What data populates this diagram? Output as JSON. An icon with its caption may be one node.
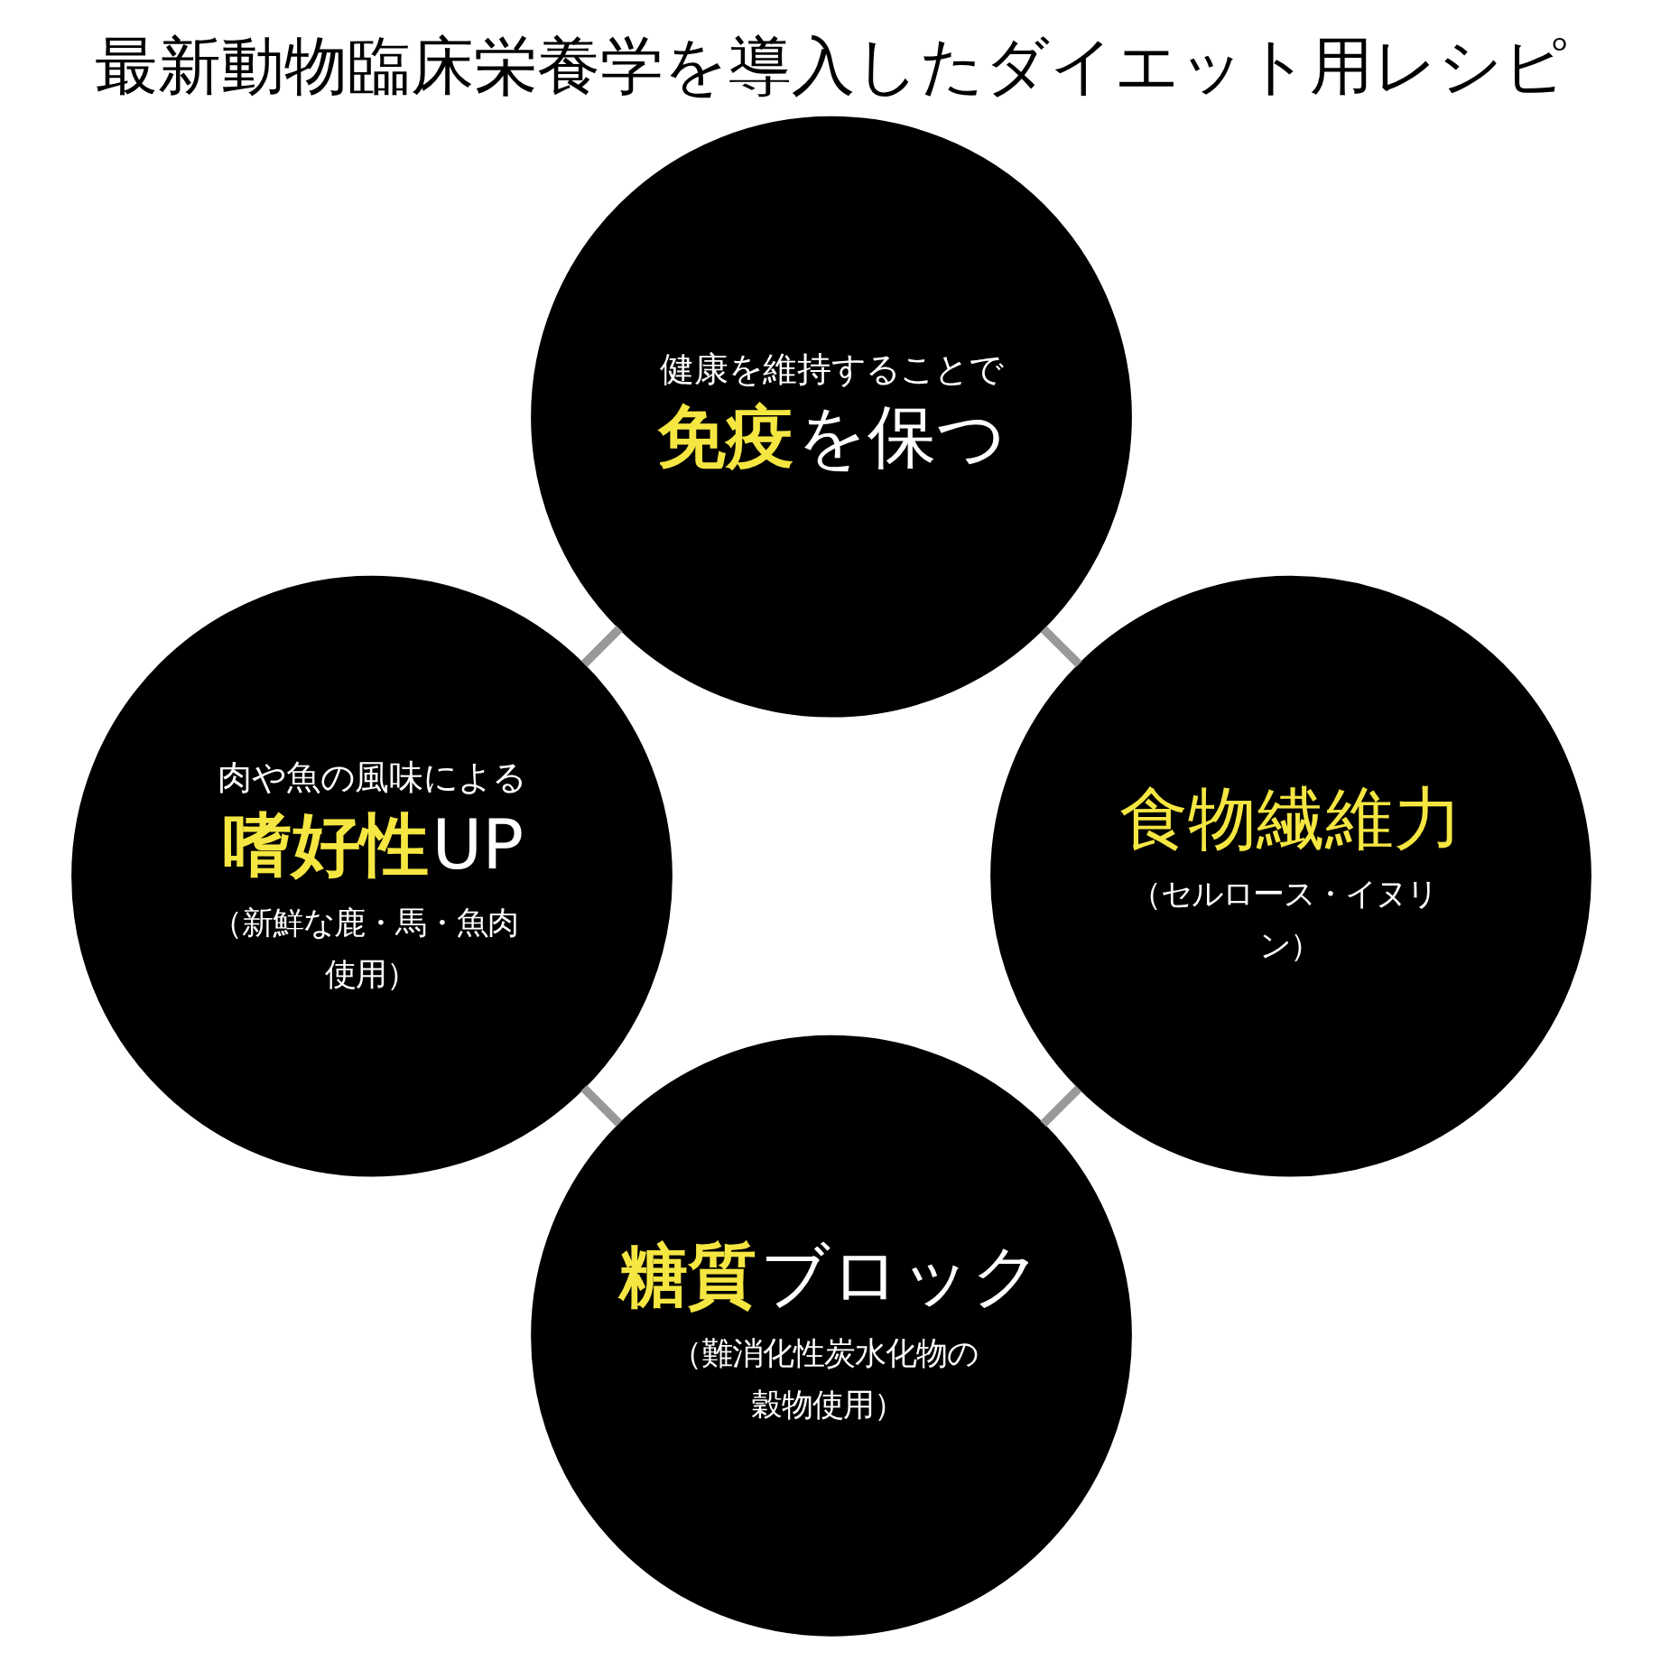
{
  "diagram": {
    "title": "最新動物臨床栄養学を導入したダイエット用レシピ",
    "nodes": [
      {
        "text": [
          "**糖質**ブロック",
          "（難消化性炭水化物の穀物使用）"
        ]
      },
      {
        "text": [
          "食物繊維力",
          "（セルロース・イヌリン）"
        ]
      },
      {
        "text": [
          "肉や魚の風味による",
          "**嗜好性**UP",
          "（新鮮な鹿・馬・魚肉使用）"
        ]
      },
      {
        "text": [
          "健康を維持することで",
          "**免疫**を保つ"
        ]
      }
    ],
    "edges": [
      {
        "from": 0,
        "to": 2,
        "arrow": "none"
      },
      {
        "from": 2,
        "to": 3,
        "arrow": "none"
      },
      {
        "from": 3,
        "to": 1,
        "arrow": "none"
      },
      {
        "from": 1,
        "to": 0,
        "arrow": "none"
      }
    ]
  }
}
